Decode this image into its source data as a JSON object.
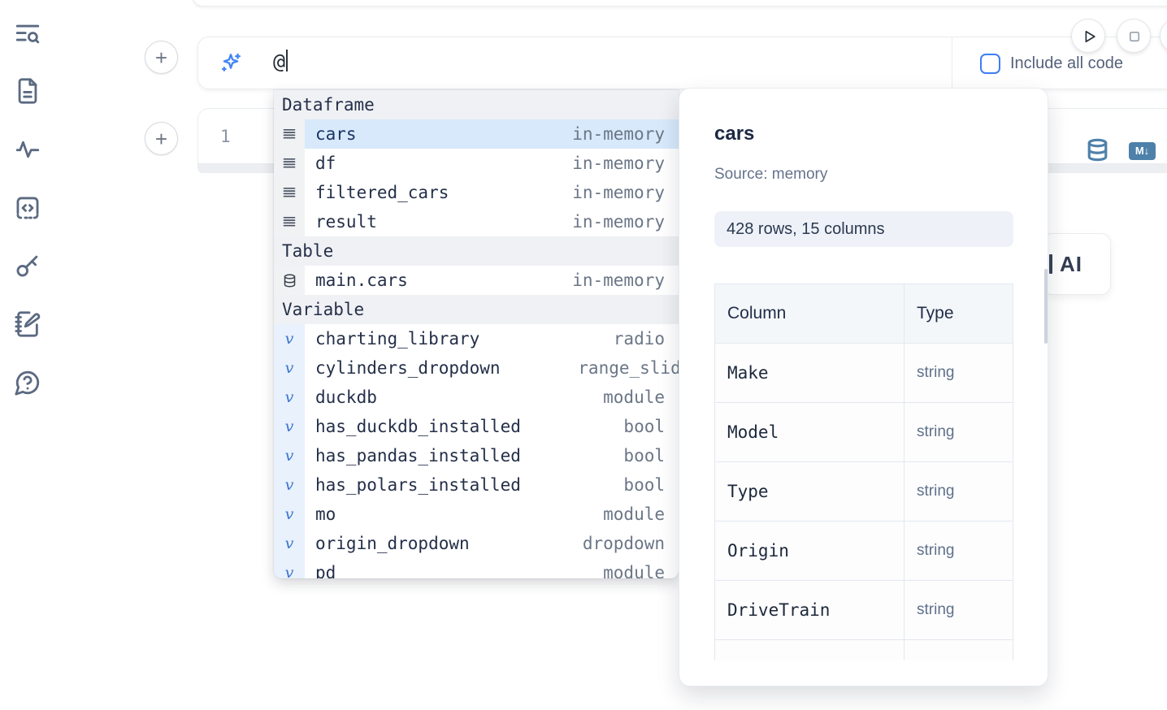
{
  "colors": {
    "accent": "#3d7ef5",
    "steel_blue": "#4e81aa",
    "selected_row_bg": "#d7e9fb"
  },
  "sidebar": {
    "icons": [
      "text-search",
      "file-text",
      "activity",
      "code-square-dashed",
      "key",
      "notebook-pen",
      "help-chat"
    ]
  },
  "prompt": {
    "value": "@",
    "include_label": "Include all code"
  },
  "controls": {
    "run": "run",
    "stop": "stop"
  },
  "editor": {
    "line_number": "1"
  },
  "output_toolbar": {
    "markdown_badge": "M↓"
  },
  "ai_button": {
    "label": "AI"
  },
  "autocomplete": {
    "rows": [
      {
        "kind": "header",
        "name": "Dataframe"
      },
      {
        "kind": "item",
        "icon": "rows",
        "name": "cars",
        "type": "in-memory",
        "selected": true
      },
      {
        "kind": "item",
        "icon": "rows",
        "name": "df",
        "type": "in-memory"
      },
      {
        "kind": "item",
        "icon": "rows",
        "name": "filtered_cars",
        "type": "in-memory"
      },
      {
        "kind": "item",
        "icon": "rows",
        "name": "result",
        "type": "in-memory"
      },
      {
        "kind": "header",
        "name": "Table"
      },
      {
        "kind": "item",
        "icon": "database",
        "name": "main.cars",
        "type": "in-memory"
      },
      {
        "kind": "header",
        "name": "Variable"
      },
      {
        "kind": "item",
        "icon": "variable",
        "name": "charting_library",
        "type": "radio"
      },
      {
        "kind": "item",
        "icon": "variable",
        "name": "cylinders_dropdown",
        "type": "range_slider",
        "truncated": true
      },
      {
        "kind": "item",
        "icon": "variable",
        "name": "duckdb",
        "type": "module"
      },
      {
        "kind": "item",
        "icon": "variable",
        "name": "has_duckdb_installed",
        "type": "bool"
      },
      {
        "kind": "item",
        "icon": "variable",
        "name": "has_pandas_installed",
        "type": "bool"
      },
      {
        "kind": "item",
        "icon": "variable",
        "name": "has_polars_installed",
        "type": "bool"
      },
      {
        "kind": "item",
        "icon": "variable",
        "name": "mo",
        "type": "module"
      },
      {
        "kind": "item",
        "icon": "variable",
        "name": "origin_dropdown",
        "type": "dropdown"
      },
      {
        "kind": "item",
        "icon": "variable",
        "name": "pd",
        "type": "module"
      }
    ]
  },
  "preview": {
    "title": "cars",
    "source": "Source: memory",
    "shape": "428 rows, 15 columns",
    "table": {
      "headers": [
        "Column",
        "Type"
      ],
      "rows": [
        {
          "column": "Make",
          "type": "string"
        },
        {
          "column": "Model",
          "type": "string"
        },
        {
          "column": "Type",
          "type": "string"
        },
        {
          "column": "Origin",
          "type": "string"
        },
        {
          "column": "DriveTrain",
          "type": "string"
        },
        {
          "column": "",
          "type": ""
        }
      ]
    }
  }
}
